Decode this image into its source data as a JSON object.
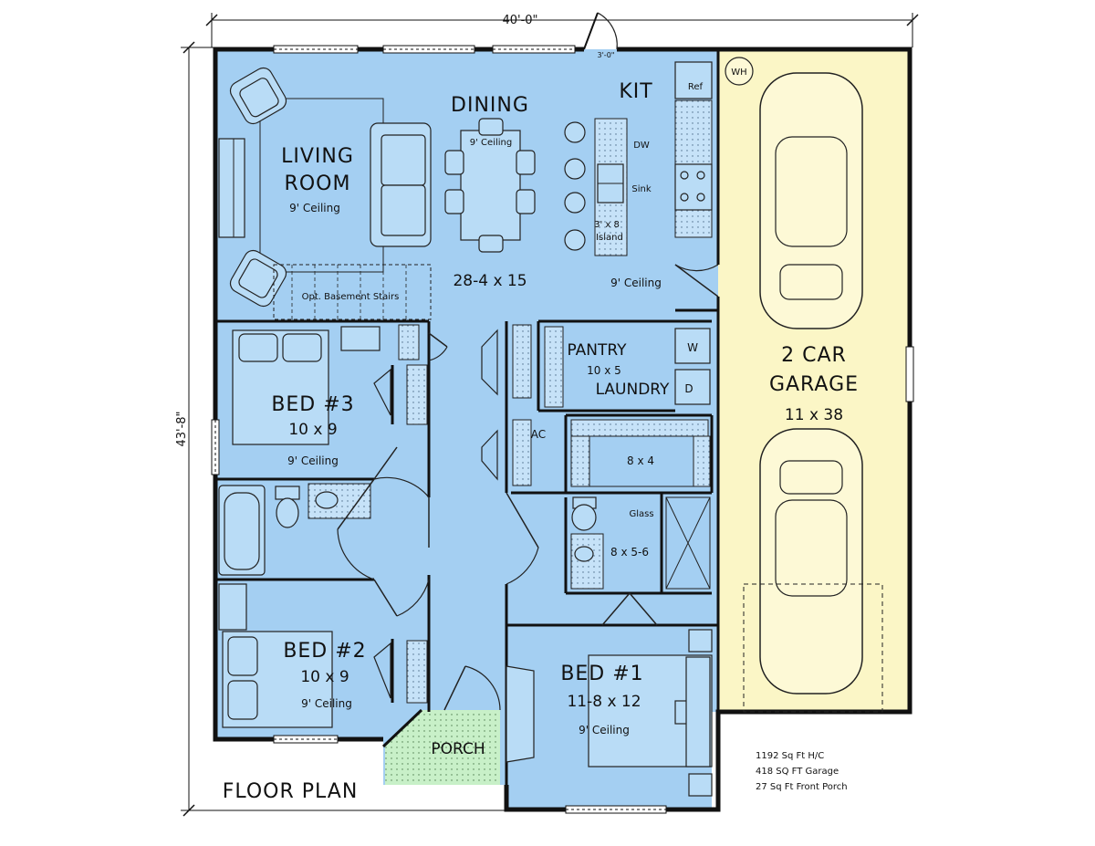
{
  "plan": {
    "title": "FLOOR PLAN",
    "overall_width": "40'-0\"",
    "overall_depth": "43'-8\"",
    "entry_door_width": "3'-0\"",
    "summary": [
      "1192 Sq Ft H/C",
      "418 SQ FT Garage",
      "27 Sq Ft Front Porch"
    ]
  },
  "rooms": {
    "living": {
      "name_1": "LIVING",
      "name_2": "ROOM",
      "ceiling": "9' Ceiling"
    },
    "dining": {
      "name": "DINING",
      "ceiling": "9' Ceiling"
    },
    "kit": {
      "name": "KIT",
      "ceiling": "9' Ceiling",
      "ref": "Ref",
      "dw": "DW",
      "sink": "Sink",
      "island_1": "3' x 8",
      "island_2": "Island"
    },
    "great_room_dims": "28-4 x 15",
    "basement_stairs": "Opt. Basement Stairs",
    "pantry": {
      "name": "PANTRY",
      "dims": "10 x 5",
      "laundry": "LAUNDRY",
      "w": "W",
      "d": "D"
    },
    "garage": {
      "name_1": "2 CAR",
      "name_2": "GARAGE",
      "dims": "11 x 38",
      "wh": "WH"
    },
    "bed3": {
      "name": "BED #3",
      "dims": "10 x 9",
      "ceiling": "9' Ceiling"
    },
    "bed2": {
      "name": "BED #2",
      "dims": "10 x 9",
      "ceiling": "9' Ceiling"
    },
    "bed1": {
      "name": "BED #1",
      "dims": "11-8 x 12",
      "ceiling": "9' Ceiling"
    },
    "ac": "AC",
    "closet_dims": "8 x 4",
    "bath_dims": "8 x 5-6",
    "glass": "Glass",
    "porch": "PORCH"
  },
  "colors": {
    "room_fill": "#a4cff2",
    "garage_fill": "#fbf6c6",
    "porch_fill": "#c8f0c8",
    "wall": "#111111"
  }
}
